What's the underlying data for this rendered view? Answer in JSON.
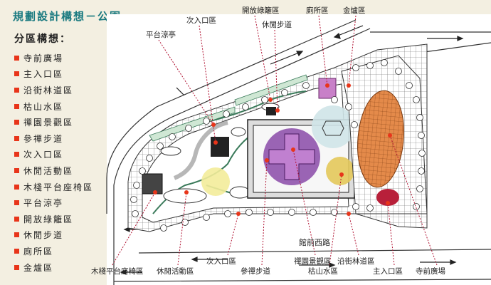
{
  "title": "規劃設計構想－公園",
  "legend": {
    "heading": "分區構想：",
    "items": [
      "寺前廣場",
      "主入口區",
      "沿街林道區",
      "枯山水區",
      "禪園景觀區",
      "參禪步道",
      "次入口區",
      "休閒活動區",
      "木棧平台座椅區",
      "平台涼亭",
      "開放綠籬區",
      "休閒步道",
      "廁所區",
      "金爐區"
    ]
  },
  "map": {
    "road_label": "館前西路",
    "top_labels": [
      "次入口區",
      "開放綠籬區",
      "休閒步道",
      "廁所區",
      "金爐區",
      "平台涼亭"
    ],
    "bottom_labels": [
      "木棧平台座椅區",
      "休閒活動區",
      "次入口區",
      "參禪步道",
      "禪園景觀區",
      "枯山水區",
      "沿街林道區",
      "主入口區",
      "寺前廣場"
    ]
  },
  "colors": {
    "title": "#1a7a80",
    "legend_bullet": "#e8351a",
    "zen_garden": "#8a4aa8",
    "rock_garden": "#e3c85a",
    "street_trees": "#b8c8b8",
    "plaza": "#e48a4a",
    "main_entrance": "#b8203a",
    "toilets": "#c880c8",
    "pavilion": "#cfe4e8"
  }
}
